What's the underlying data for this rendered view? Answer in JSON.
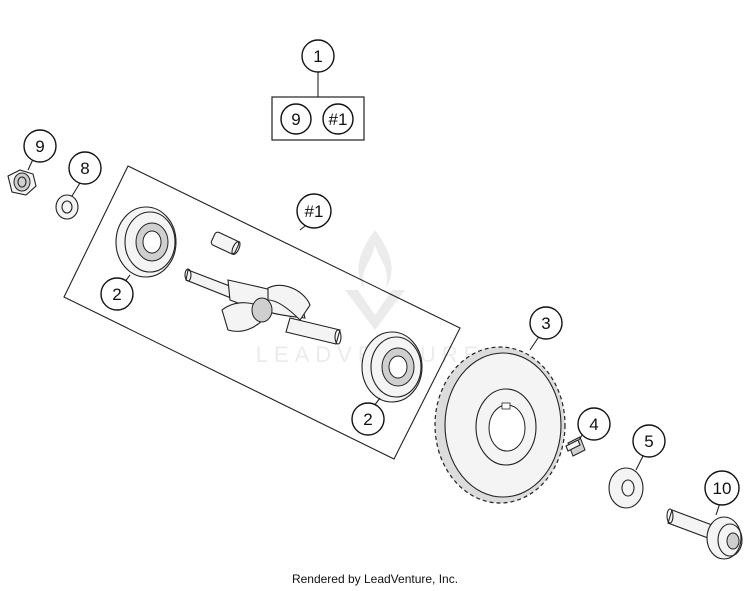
{
  "callouts": {
    "c1": "1",
    "c9_kit": "9",
    "c1_kit": "#1",
    "c9": "9",
    "c8": "8",
    "c1_crank": "#1",
    "c2_left": "2",
    "c2_right": "2",
    "c3": "3",
    "c4": "4",
    "c5": "5",
    "c10": "10"
  },
  "watermark": {
    "text": "LEADVENTURE"
  },
  "footer": {
    "text": "Rendered by LeadVenture, Inc."
  }
}
